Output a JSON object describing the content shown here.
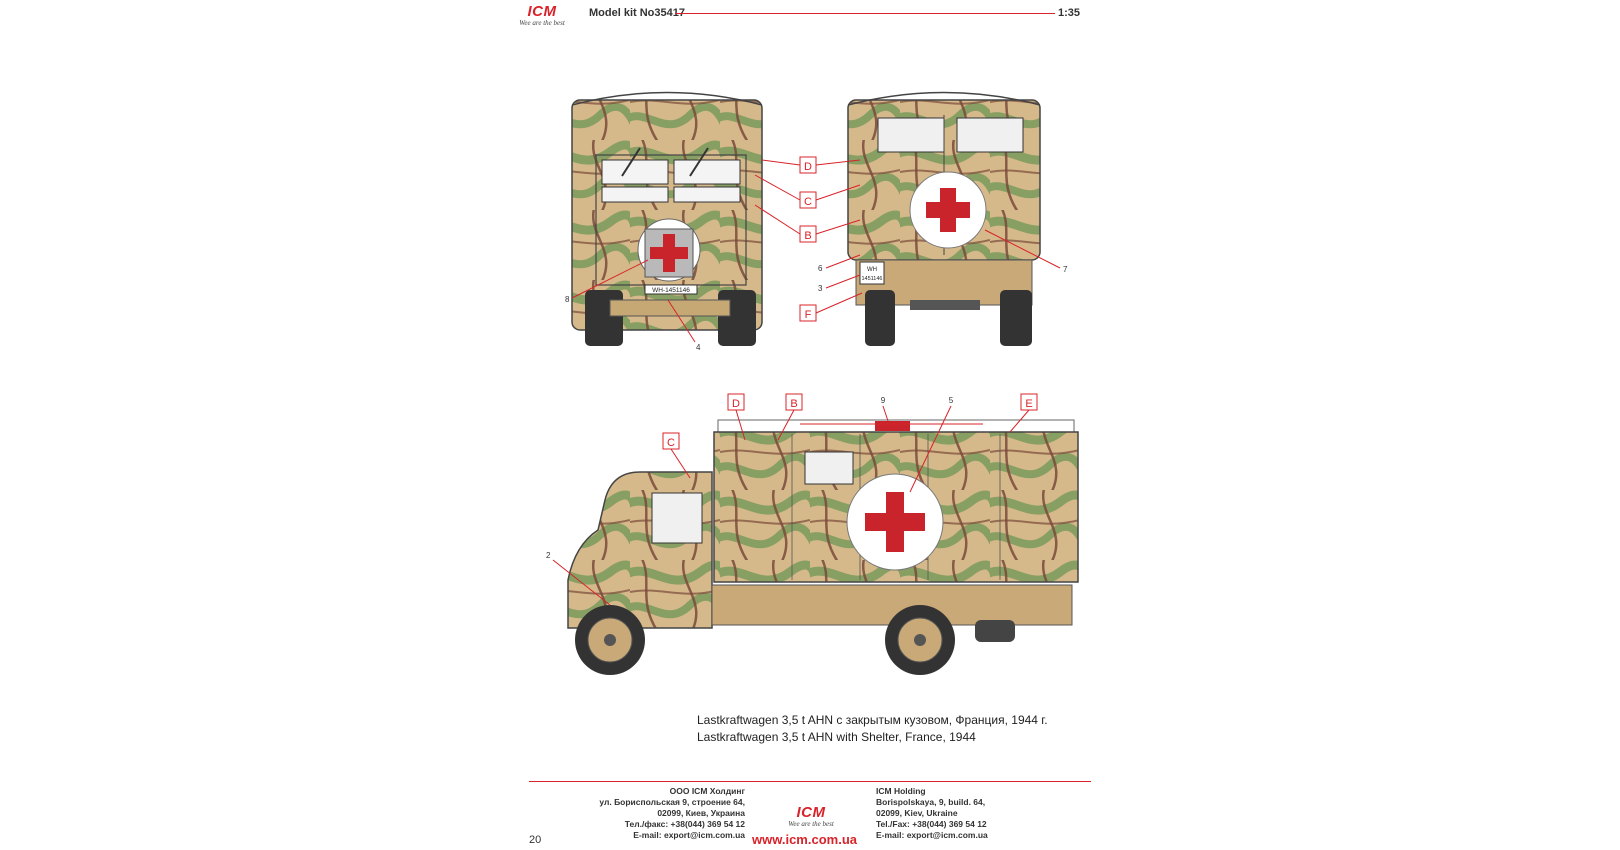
{
  "header": {
    "brand_mark": "ICM",
    "brand_tagline": "Wee are the best",
    "kit_title": "Model kit No35417",
    "scale": "1:35"
  },
  "front_view": {
    "callouts": [
      "D",
      "C",
      "B"
    ],
    "numbers": [
      "8",
      "4"
    ],
    "plate": "WH-1451146"
  },
  "rear_view": {
    "callouts": [
      "D",
      "C",
      "B",
      "F"
    ],
    "numbers": [
      "6",
      "3",
      "7"
    ],
    "plate_line1": "WH",
    "plate_line2": "1451146"
  },
  "side_view": {
    "callouts": [
      "D",
      "B",
      "E",
      "C"
    ],
    "numbers": [
      "9",
      "5",
      "2"
    ]
  },
  "captions": {
    "russian": "Lastkraftwagen 3,5 t AHN с закрытым кузовом, Франция, 1944 г.",
    "english": "Lastkraftwagen 3,5 t AHN with Shelter, France, 1944"
  },
  "footer": {
    "left": [
      "ООО ICM Холдинг",
      "ул. Бориспольская 9, строение 64,",
      "02099, Киев, Украина",
      "Тел./факс: +38(044) 369 54 12",
      "E-mail: export@icm.com.ua"
    ],
    "right": [
      "ICM Holding",
      "Borispolskaya, 9, build. 64,",
      "02099, Kiev, Ukraine",
      "Tel./Fax: +38(044) 369 54 12",
      "E-mail: export@icm.com.ua"
    ],
    "url": "www.icm.com.ua",
    "page_number": "20"
  },
  "colors": {
    "accent": "#d8232a",
    "sand": "#d6b98a",
    "green": "#7a9a5c",
    "brown": "#7a4a3a"
  }
}
